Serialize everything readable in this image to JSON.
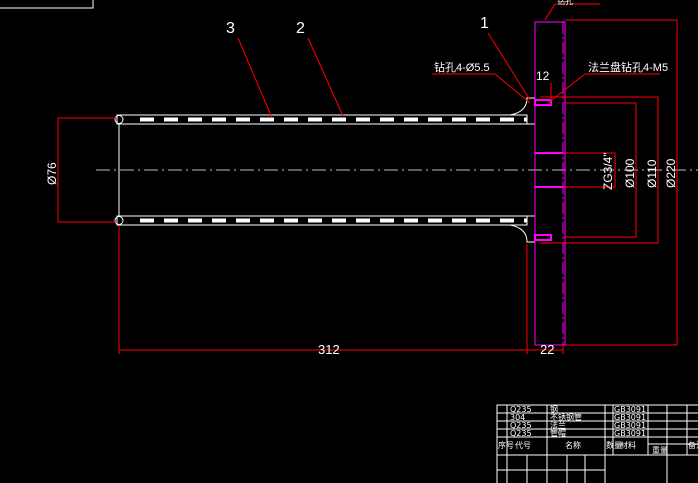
{
  "drawing": {
    "part_labels": [
      "1",
      "2",
      "3"
    ],
    "top_note": "钻孔",
    "notes": {
      "drill_holes": "钻孔4-Ø5.5",
      "flange_holes": "法兰盘钻孔4-M5"
    },
    "dimensions": {
      "d76": "Ø76",
      "length": "312",
      "flange": "22",
      "offset": "12",
      "thread": "ZG3/4\"",
      "d100": "Ø100",
      "d110": "Ø110",
      "d220": "Ø220"
    },
    "colors": {
      "background": "#000000",
      "outline": "#ffffff",
      "dimension": "#ff0000",
      "flange": "#ff00ff"
    }
  },
  "title_block": {
    "rows": [
      {
        "material": "Q235",
        "name": "钢",
        "standard": "GB3091"
      },
      {
        "material": "304",
        "name": "不锈钢管",
        "standard": "GB3091"
      },
      {
        "material": "Q235",
        "name": "法兰",
        "standard": "GB3091"
      },
      {
        "material": "Q235",
        "name": "管帽",
        "standard": "GB3091"
      }
    ],
    "header": [
      "序号",
      "代号",
      "名称",
      "数量",
      "材料",
      "备注"
    ],
    "weight_label": "重量"
  }
}
